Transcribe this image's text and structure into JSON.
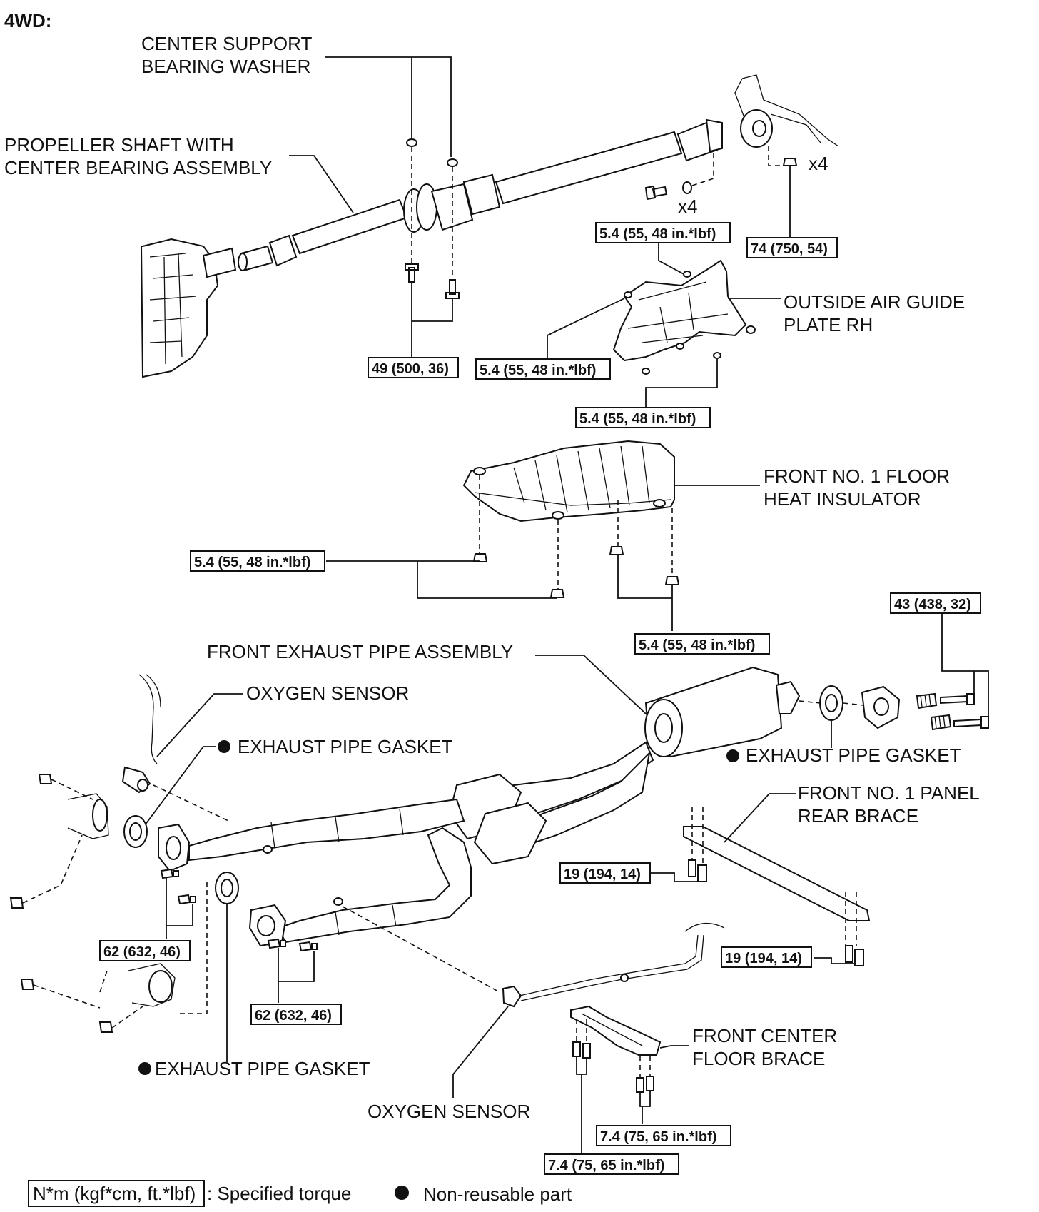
{
  "title": "4WD:",
  "labels": {
    "center_support_washer": [
      "CENTER SUPPORT",
      "BEARING WASHER"
    ],
    "propeller_shaft": [
      "PROPELLER SHAFT WITH",
      "CENTER BEARING ASSEMBLY"
    ],
    "outside_air_guide": [
      "OUTSIDE AIR GUIDE",
      "PLATE RH"
    ],
    "front_floor_insulator": [
      "FRONT NO. 1 FLOOR",
      "HEAT INSULATOR"
    ],
    "front_exhaust_pipe": "FRONT EXHAUST PIPE ASSEMBLY",
    "oxygen_sensor_top": "OXYGEN SENSOR",
    "exhaust_gasket_top": "EXHAUST PIPE GASKET",
    "exhaust_gasket_right": "EXHAUST PIPE GASKET",
    "front_panel_brace": [
      "FRONT NO. 1 PANEL",
      "REAR BRACE"
    ],
    "front_center_brace": [
      "FRONT CENTER",
      "FLOOR BRACE"
    ],
    "exhaust_gasket_bottom": "EXHAUST PIPE GASKET",
    "oxygen_sensor_bottom": "OXYGEN SENSOR",
    "x4_right": "x4",
    "x4_center": "x4"
  },
  "torques": {
    "t1": "5.4 (55, 48 in.*lbf)",
    "t2": "74 (750, 54)",
    "t3": "49 (500, 36)",
    "t4": "5.4 (55, 48 in.*lbf)",
    "t5": "5.4 (55, 48 in.*lbf)",
    "t6": "5.4 (55, 48 in.*lbf)",
    "t7": "5.4 (55, 48 in.*lbf)",
    "t8": "43 (438, 32)",
    "t9": "19 (194, 14)",
    "t10": "19 (194, 14)",
    "t11": "62 (632, 46)",
    "t12": "62 (632, 46)",
    "t13": "7.4 (75, 65 in.*lbf)",
    "t14": "7.4 (75, 65 in.*lbf)"
  },
  "legend": {
    "torque_box": "N*m (kgf*cm, ft.*lbf)",
    "torque_desc": ": Specified torque",
    "nonreusable_desc": "Non-reusable part"
  }
}
